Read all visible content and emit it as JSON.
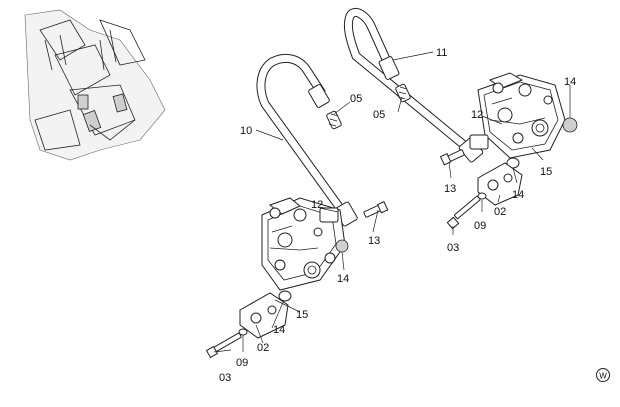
{
  "callouts": {
    "c03a": "03",
    "c09a": "09",
    "c02a": "02",
    "c14a": "14",
    "c15a": "15",
    "c14b": "14",
    "c13a": "13",
    "c12a": "12",
    "c10": "10",
    "c05a": "05",
    "c05b": "05",
    "c11": "11",
    "c14c": "14",
    "c12b": "12",
    "c15b": "15",
    "c14d": "14",
    "c13b": "13",
    "c02b": "02",
    "c09b": "09",
    "c03b": "03"
  },
  "watermark": "W"
}
